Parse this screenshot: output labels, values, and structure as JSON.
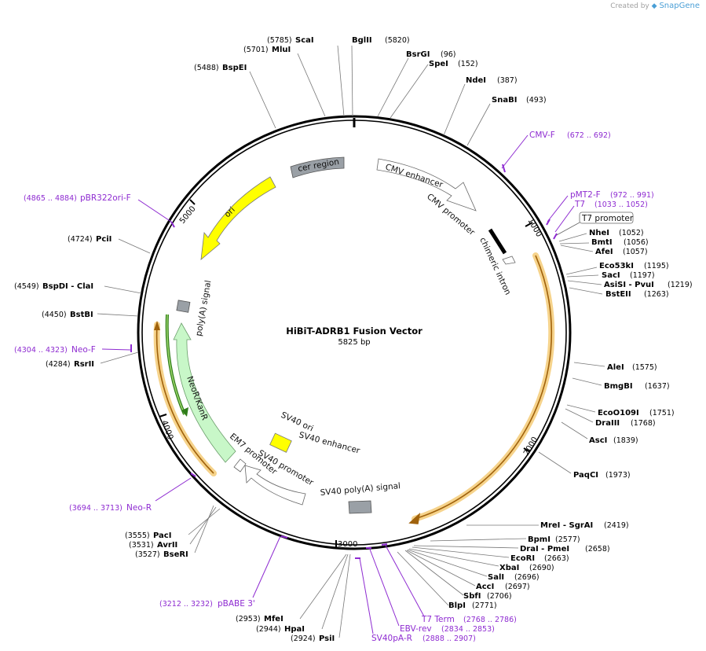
{
  "credit": {
    "prefix": "Created by",
    "brand": "SnapGene"
  },
  "plasmid": {
    "name": "HiBiT-ADRB1 Fusion Vector",
    "length_label": "5825 bp",
    "length": 5825
  },
  "ticks": [
    {
      "bp": 1000,
      "label": "1000"
    },
    {
      "bp": 2000,
      "label": "2000"
    },
    {
      "bp": 3000,
      "label": "3000"
    },
    {
      "bp": 4000,
      "label": "4000"
    },
    {
      "bp": 5000,
      "label": "5000"
    }
  ],
  "enzymes": [
    {
      "name": "ScaI",
      "pos": "(5785)"
    },
    {
      "name": "MluI",
      "pos": "(5701)"
    },
    {
      "name": "BspEI",
      "pos": "(5488)"
    },
    {
      "name": "BglII",
      "pos": "(5820)"
    },
    {
      "name": "BsrGI",
      "pos": "(96)"
    },
    {
      "name": "SpeI",
      "pos": "(152)"
    },
    {
      "name": "NdeI",
      "pos": "(387)"
    },
    {
      "name": "SnaBI",
      "pos": "(493)"
    },
    {
      "name": "NheI",
      "pos": "(1052)"
    },
    {
      "name": "BmtI",
      "pos": "(1056)"
    },
    {
      "name": "AfeI",
      "pos": "(1057)"
    },
    {
      "name": "Eco53kI",
      "pos": "(1195)"
    },
    {
      "name": "SacI",
      "pos": "(1197)"
    },
    {
      "name": "AsiSI - PvuI",
      "pos": "(1219)"
    },
    {
      "name": "BstEII",
      "pos": "(1263)"
    },
    {
      "name": "AleI",
      "pos": "(1575)"
    },
    {
      "name": "BmgBI",
      "pos": "(1637)"
    },
    {
      "name": "EcoO109I",
      "pos": "(1751)"
    },
    {
      "name": "DraIII",
      "pos": "(1768)"
    },
    {
      "name": "AscI",
      "pos": "(1839)"
    },
    {
      "name": "PaqCI",
      "pos": "(1973)"
    },
    {
      "name": "MreI - SgrAI",
      "pos": "(2419)"
    },
    {
      "name": "BpmI",
      "pos": "(2577)"
    },
    {
      "name": "DraI - PmeI",
      "pos": "(2658)"
    },
    {
      "name": "EcoRI",
      "pos": "(2663)"
    },
    {
      "name": "XbaI",
      "pos": "(2690)"
    },
    {
      "name": "SalI",
      "pos": "(2696)"
    },
    {
      "name": "AccI",
      "pos": "(2697)"
    },
    {
      "name": "SbfI",
      "pos": "(2706)"
    },
    {
      "name": "BlpI",
      "pos": "(2771)"
    },
    {
      "name": "PsiI",
      "pos": "(2924)"
    },
    {
      "name": "HpaI",
      "pos": "(2944)"
    },
    {
      "name": "MfeI",
      "pos": "(2953)"
    },
    {
      "name": "PacI",
      "pos": "(3555)"
    },
    {
      "name": "AvrII",
      "pos": "(3531)"
    },
    {
      "name": "BseRI",
      "pos": "(3527)"
    },
    {
      "name": "RsrII",
      "pos": "(4284)"
    },
    {
      "name": "BstBI",
      "pos": "(4450)"
    },
    {
      "name": "BspDI - ClaI",
      "pos": "(4549)"
    },
    {
      "name": "PciI",
      "pos": "(4724)"
    }
  ],
  "primers": [
    {
      "name": "CMV-F",
      "pos": "(672 .. 692)"
    },
    {
      "name": "pMT2-F",
      "pos": "(972 .. 991)"
    },
    {
      "name": "T7",
      "pos": "(1033 .. 1052)"
    },
    {
      "name": "pBR322ori-F",
      "pos": "(4865 .. 4884)"
    },
    {
      "name": "Neo-F",
      "pos": "(4304 .. 4323)"
    },
    {
      "name": "Neo-R",
      "pos": "(3694 .. 3713)"
    },
    {
      "name": "pBABE 3'",
      "pos": "(3212 .. 3232)"
    },
    {
      "name": "T7 Term",
      "pos": "(2768 .. 2786)"
    },
    {
      "name": "EBV-rev",
      "pos": "(2834 .. 2853)"
    },
    {
      "name": "SV40pA-R",
      "pos": "(2888 .. 2907)"
    }
  ],
  "features": {
    "cer_region": "cer region",
    "cmv_enhancer": "CMV enhancer",
    "cmv_promoter": "CMV promoter",
    "chimeric_intron": "chimeric intron",
    "t7_promoter": "T7 promoter",
    "ori": "ori",
    "polya_signal": "poly(A) signal",
    "neo_kanr": "NeoR/KanR",
    "em7_promoter": "EM7 promoter",
    "sv40_ori": "SV40 ori",
    "sv40_enhancer": "SV40 enhancer",
    "sv40_promoter": "SV40 promoter",
    "sv40_polya": "SV40 poly(A) signal"
  },
  "colors": {
    "backbone": "#000000",
    "primer": "#8e2bd1",
    "ori": "#ffff00",
    "neo": "#c8f7c8",
    "orf_highlight": "#f6d38b",
    "orf_arrow": "#b8860b",
    "grey_feature": "#9aa0a6",
    "sv40_ori": "#ffff00"
  }
}
